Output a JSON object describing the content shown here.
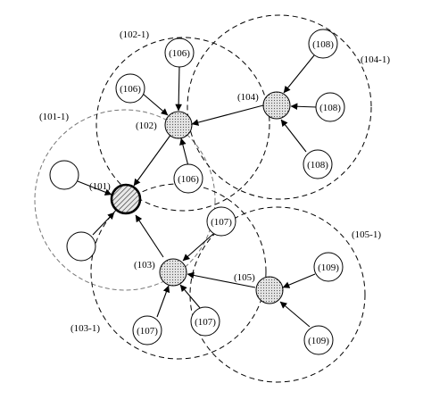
{
  "regions": {
    "r101": "(101-1)",
    "r102": "(102-1)",
    "r103": "(103-1)",
    "r104": "(104-1)",
    "r105": "(105-1)"
  },
  "hubs": {
    "h101": "(101)",
    "h102": "(102)",
    "h103": "(103)",
    "h104": "(104)",
    "h105": "(105)"
  },
  "leaves": {
    "n106a": "(106)",
    "n106b": "(106)",
    "n106c": "(106)",
    "n108a": "(108)",
    "n108b": "(108)",
    "n108c": "(108)",
    "n107a": "(107)",
    "n107b": "(107)",
    "n107c": "(107)",
    "n109a": "(109)",
    "n109b": "(109)",
    "blank_a": "",
    "blank_b": ""
  },
  "hatch_patterns": [
    "hatched-root",
    "dotted-hub"
  ]
}
